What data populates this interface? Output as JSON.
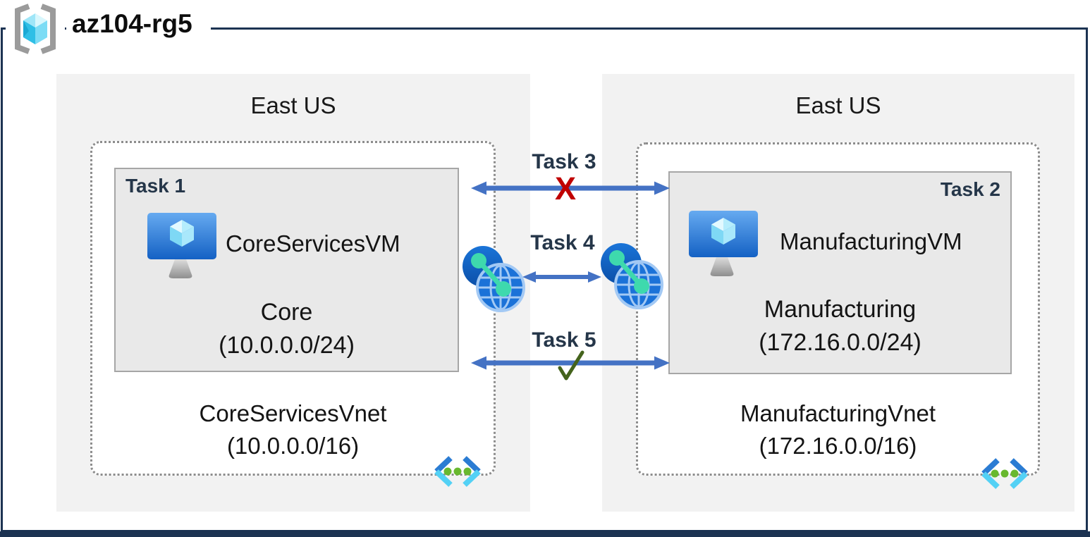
{
  "resource_group": {
    "title": "az104-rg5",
    "icon": "resource-group-brackets-cube-icon"
  },
  "regions": [
    {
      "label": "East US",
      "vnet": {
        "name": "CoreServicesVnet",
        "cidr": "(10.0.0.0/16)",
        "icon": "virtual-network-chevrons-icon",
        "subnet": {
          "task_label": "Task 1",
          "vm_icon": "virtual-machine-monitor-icon",
          "vm_name": "CoreServicesVM",
          "name": "Core",
          "cidr": "(10.0.0.0/24)"
        }
      }
    },
    {
      "label": "East US",
      "vnet": {
        "name": "ManufacturingVnet",
        "cidr": "(172.16.0.0/16)",
        "icon": "virtual-network-chevrons-icon",
        "subnet": {
          "task_label": "Task 2",
          "vm_icon": "virtual-machine-monitor-icon",
          "vm_name": "ManufacturingVM",
          "name": "Manufacturing",
          "cidr": "(172.16.0.0/24)"
        }
      }
    }
  ],
  "connections": [
    {
      "label": "Task 3",
      "type": "double-headed-arrow",
      "marker": "blocked",
      "marker_glyph": "X"
    },
    {
      "label": "Task 4",
      "type": "double-headed-arrow-between-peering-icons",
      "marker": "none"
    },
    {
      "label": "Task 5",
      "type": "double-headed-arrow",
      "marker": "allowed-check"
    }
  ],
  "peering_icons": [
    "vnet-peering-globe-icon",
    "vnet-peering-globe-icon"
  ],
  "colors": {
    "frame": "#1c3352",
    "arrow": "#4472c4",
    "blocked_x": "#c00000",
    "allowed_check": "#44631c",
    "region_bg": "#f2f2f2",
    "subnet_bg": "#e9e9e9",
    "task_text": "#253649",
    "vnet_dotted_border": "#8c8c8c"
  }
}
